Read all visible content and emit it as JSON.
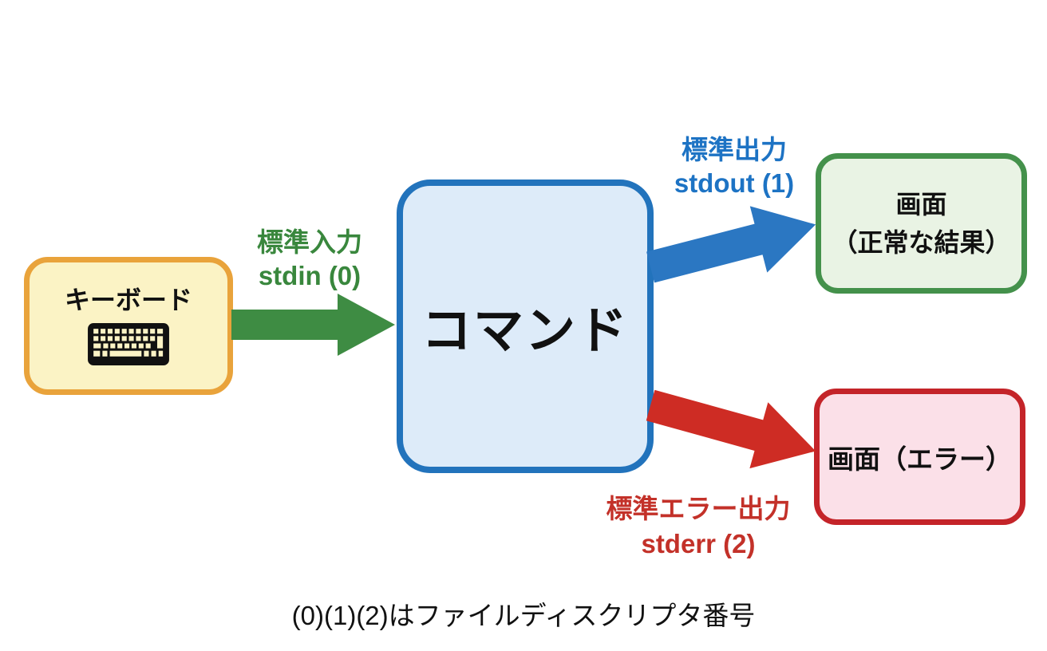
{
  "diagram": {
    "keyboard_box": {
      "label": "キーボード",
      "icon": "keyboard-icon",
      "fill": "#FBF3C5",
      "border": "#E9A33B"
    },
    "command_box": {
      "label": "コマンド",
      "fill": "#DDEBF9",
      "border": "#2273BC"
    },
    "stdout_box": {
      "label_line1": "画面",
      "label_line2": "（正常な結果）",
      "fill": "#E9F3E4",
      "border": "#44914B"
    },
    "stderr_box": {
      "label": "画面（エラー）",
      "fill": "#FBE0E8",
      "border": "#C42429"
    },
    "stdin_flow": {
      "label_line1": "標準入力",
      "label_line2": "stdin (0)",
      "arrow_color": "#3E8C43",
      "text_color": "#39873D"
    },
    "stdout_flow": {
      "label_line1": "標準出力",
      "label_line2": "stdout (1)",
      "arrow_color": "#2B77C2",
      "text_color": "#1D73C4"
    },
    "stderr_flow": {
      "label_line1": "標準エラー出力",
      "label_line2": "stderr (2)",
      "arrow_color": "#CE2C24",
      "text_color": "#C33129"
    },
    "caption": "(0)(1)(2)はファイルディスクリプタ番号",
    "icon_key_fill": "#FBF3C5",
    "icon_body_fill": "#111111"
  }
}
